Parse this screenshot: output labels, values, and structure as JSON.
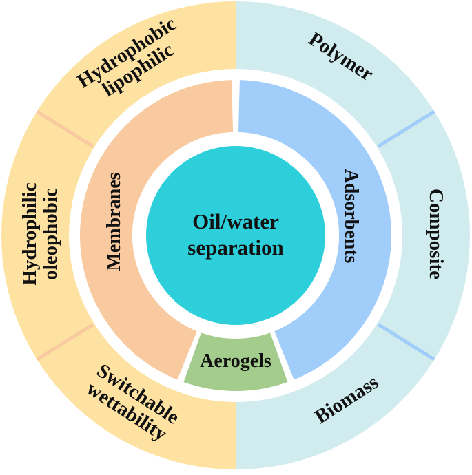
{
  "center": {
    "lines": [
      "Oil/water",
      "separation"
    ],
    "color": "#2ccfda"
  },
  "middle_ring": {
    "membranes": {
      "label": "Membranes",
      "color": "#f9c9a0"
    },
    "adsorbents": {
      "label": "Adsorbents",
      "color": "#a0cdfa"
    },
    "aerogels": {
      "label": "Aerogels",
      "color": "#a4cc8c"
    }
  },
  "outer_ring": {
    "left_color": "#fde2a1",
    "right_color": "#d1ecef",
    "left_divider_color": "#f9c9a0",
    "right_divider_color": "#a0cdfa",
    "left": [
      {
        "lines": [
          "Hydrophobic",
          "lipophilic"
        ]
      },
      {
        "lines": [
          "Hydrophilic",
          "oleophobic"
        ]
      },
      {
        "lines": [
          "Switchable",
          "wettability"
        ]
      }
    ],
    "right": [
      {
        "lines": [
          "Polymer"
        ]
      },
      {
        "lines": [
          "Composite"
        ]
      },
      {
        "lines": [
          "Biomass"
        ]
      }
    ]
  }
}
